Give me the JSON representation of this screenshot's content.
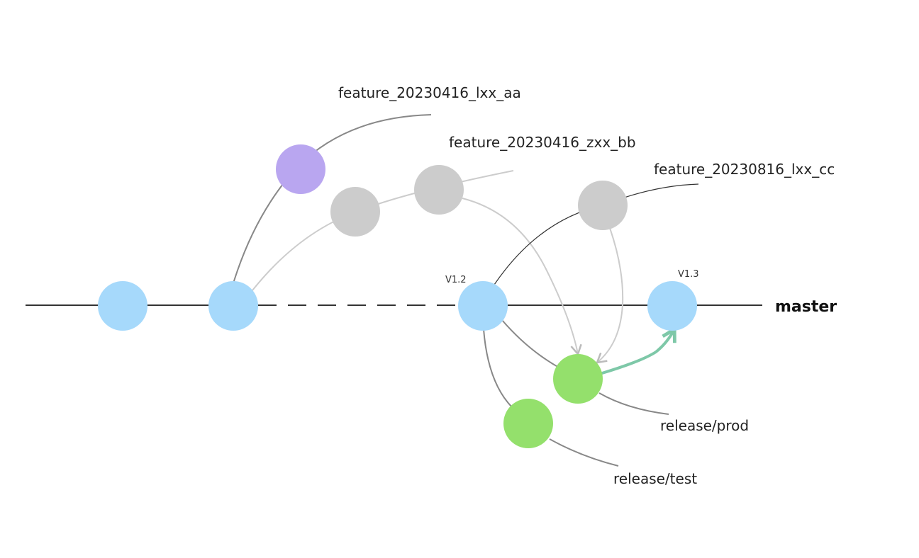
{
  "main_branch": {
    "label": "master"
  },
  "feature_branches": [
    {
      "label": "feature_20230416_lxx_aa"
    },
    {
      "label": "feature_20230416_zxx_bb"
    },
    {
      "label": "feature_20230816_lxx_cc"
    }
  ],
  "release_branches": [
    {
      "label": "release/prod"
    },
    {
      "label": "release/test"
    }
  ],
  "version_tags": [
    {
      "label": "V1.2"
    },
    {
      "label": "V1.3"
    }
  ],
  "colors": {
    "master_commit": "#a6d9fb",
    "feature_aa_commit": "#b9a6f0",
    "feature_other_commit": "#cccccc",
    "release_commit": "#94e06c",
    "merge_arrow": "#7ec8a8",
    "line_dark": "#333333",
    "line_mid": "#888888",
    "line_light": "#cccccc"
  }
}
